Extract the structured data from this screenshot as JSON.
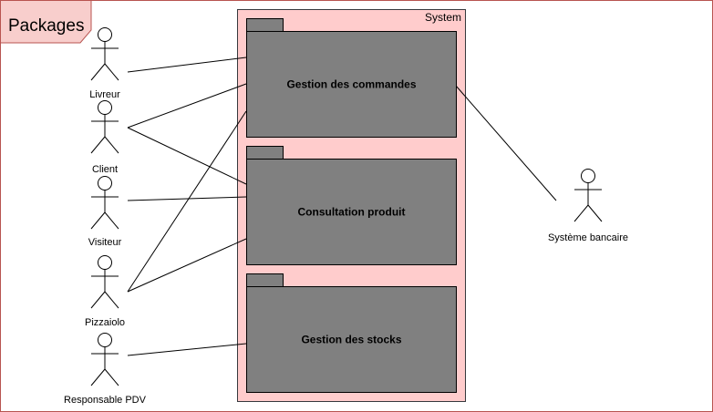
{
  "frame": {
    "label": "Packages",
    "border_color": "#b85450",
    "label_fill": "#f8cecc"
  },
  "system": {
    "label": "System",
    "fill": "#ffcccc",
    "border_color": "#36393d"
  },
  "packages": [
    {
      "id": "commandes",
      "label": "Gestion des commandes",
      "fill": "#808080"
    },
    {
      "id": "consultation",
      "label": "Consultation produit",
      "fill": "#808080"
    },
    {
      "id": "stocks",
      "label": "Gestion des stocks",
      "fill": "#808080"
    }
  ],
  "actors": [
    {
      "id": "livreur",
      "label": "Livreur"
    },
    {
      "id": "client",
      "label": "Client"
    },
    {
      "id": "visiteur",
      "label": "Visiteur"
    },
    {
      "id": "pizzaiolo",
      "label": "Pizzaiolo"
    },
    {
      "id": "responsable",
      "label": "Responsable PDV"
    },
    {
      "id": "banque",
      "label": "Système bancaire"
    }
  ],
  "associations": [
    {
      "from": "livreur",
      "to": "commandes"
    },
    {
      "from": "client",
      "to": "commandes"
    },
    {
      "from": "client",
      "to": "consultation"
    },
    {
      "from": "visiteur",
      "to": "consultation"
    },
    {
      "from": "pizzaiolo",
      "to": "commandes"
    },
    {
      "from": "pizzaiolo",
      "to": "consultation"
    },
    {
      "from": "responsable",
      "to": "stocks"
    },
    {
      "from": "banque",
      "to": "commandes"
    }
  ]
}
